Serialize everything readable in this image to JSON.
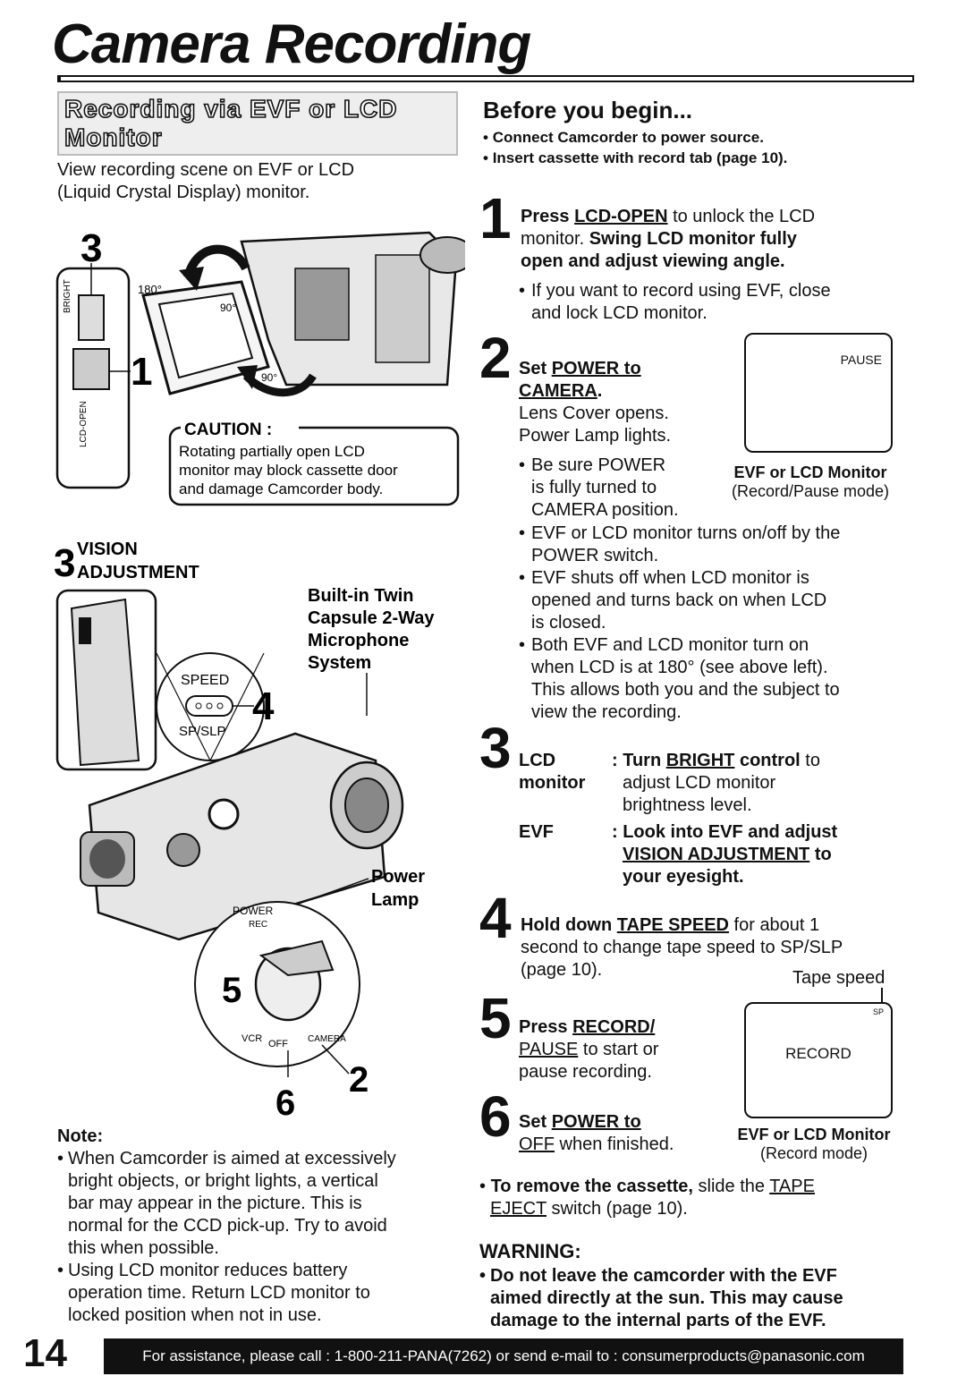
{
  "page": {
    "title": "Camera Recording",
    "page_number": "14",
    "footer": "For assistance, please call : 1-800-211-PANA(7262) or send e-mail to : consumerproducts@panasonic.com"
  },
  "left": {
    "banner_line1": "Recording via EVF or LCD",
    "banner_line2": "Monitor",
    "intro_line1": "View recording scene on EVF or LCD",
    "intro_line2": "(Liquid Crystal Display) monitor.",
    "fig1": {
      "step3": "3",
      "step1": "1",
      "angle180": "180°",
      "angle90a": "90°",
      "angle90b": "90°",
      "label_bright": "BRIGHT",
      "label_lcdopen": "LCD-OPEN",
      "caution_title": "CAUTION :",
      "caution_line1": "Rotating partially open LCD",
      "caution_line2": "monitor may block cassette door",
      "caution_line3": "and damage Camcorder body."
    },
    "fig2": {
      "vision_num": "3",
      "vision_line1": "VISION",
      "vision_line2": "ADJUSTMENT",
      "mic_line1": "Built-in Twin",
      "mic_line2": "Capsule 2-Way",
      "mic_line3": "Microphone",
      "mic_line4": "System",
      "speed": "SPEED",
      "spslp": "SP/SLP",
      "step4": "4",
      "power_label1": "Power",
      "power_label2": "Lamp",
      "power_dial": "POWER",
      "rec_small": "REC",
      "step5": "5",
      "vcr": "VCR",
      "off": "OFF",
      "camera": "CAMERA",
      "step6": "6",
      "step2": "2"
    },
    "note_title": "Note:",
    "note1": [
      "When Camcorder is aimed at excessively",
      "bright objects, or bright lights, a vertical",
      "bar may appear in the picture. This is",
      "normal for the CCD pick-up. Try to avoid",
      "this when possible."
    ],
    "note2": [
      "Using LCD monitor reduces battery",
      "operation time. Return LCD monitor to",
      "locked position when not in use."
    ]
  },
  "right": {
    "before_title": "Before you begin...",
    "before_items": [
      "Connect Camcorder to power source.",
      "Insert cassette with record tab (page 10)."
    ],
    "step1": {
      "num": "1",
      "t1": "Press ",
      "t2": "LCD-OPEN",
      "t3": " to unlock the LCD",
      "line2a": "monitor. ",
      "line2b": "Swing LCD monitor fully",
      "line3": "open and adjust viewing angle.",
      "sub1": "If you want to record using EVF, close",
      "sub2": "and lock LCD monitor."
    },
    "step2": {
      "num": "2",
      "t1": "Set ",
      "t2": "POWER to",
      "t3": "CAMERA",
      "line3": "Lens Cover opens.",
      "line4": "Power Lamp lights.",
      "b1a": "Be sure POWER",
      "b1b": "is fully turned to",
      "b1c": "CAMERA position.",
      "b2": [
        "EVF or LCD monitor turns on/off by the",
        "POWER switch."
      ],
      "b3": [
        "EVF shuts off when LCD monitor is",
        "opened and turns back on when LCD",
        "is closed."
      ],
      "b4": [
        "Both EVF and LCD monitor turn on",
        "when LCD is at 180° (see above left).",
        "This allows both you and the subject to",
        "view the recording."
      ],
      "box_text": "PAUSE",
      "box_caption1": "EVF or LCD Monitor",
      "box_caption2": "(Record/Pause mode)"
    },
    "step3": {
      "num": "3",
      "lcd_label1": "LCD",
      "lcd_label2": "monitor",
      "lcd_t1": ": Turn ",
      "lcd_t2": "BRIGHT",
      "lcd_t3": " control",
      "lcd_t4": " to",
      "lcd_line2": "adjust LCD monitor",
      "lcd_line3": "brightness level.",
      "evf_label": "EVF",
      "evf_line1": ": Look into EVF and adjust",
      "evf_line2a": "VISION ADJUSTMENT",
      "evf_line2b": " to",
      "evf_line3": "your eyesight."
    },
    "step4": {
      "num": "4",
      "t1": "Hold down ",
      "t2": "TAPE SPEED",
      "t3": " for about 1",
      "line2": "second to change tape speed to SP/SLP",
      "line3": "(page 10).",
      "tape_speed": "Tape speed"
    },
    "step5": {
      "num": "5",
      "t1": "Press ",
      "t2": "RECORD/",
      "line2a": "PAUSE",
      "line2b": " to start or",
      "line3": "pause recording.",
      "box_sp": "SP",
      "box_text": "RECORD"
    },
    "step6": {
      "num": "6",
      "t1": "Set ",
      "t2": "POWER to",
      "line2a": "OFF",
      "line2b": " when finished.",
      "box_caption1": "EVF or LCD Monitor",
      "box_caption2": "(Record mode)"
    },
    "remove": {
      "t1": "To remove the cassette,",
      "t2": " slide the ",
      "t3": "TAPE",
      "line2a": "EJECT",
      "line2b": " switch (page 10)."
    },
    "warning_title": "WARNING:",
    "warning": [
      "Do not leave the camcorder with the EVF",
      "aimed directly at the sun. This may cause",
      "damage to the internal parts of the EVF."
    ]
  }
}
